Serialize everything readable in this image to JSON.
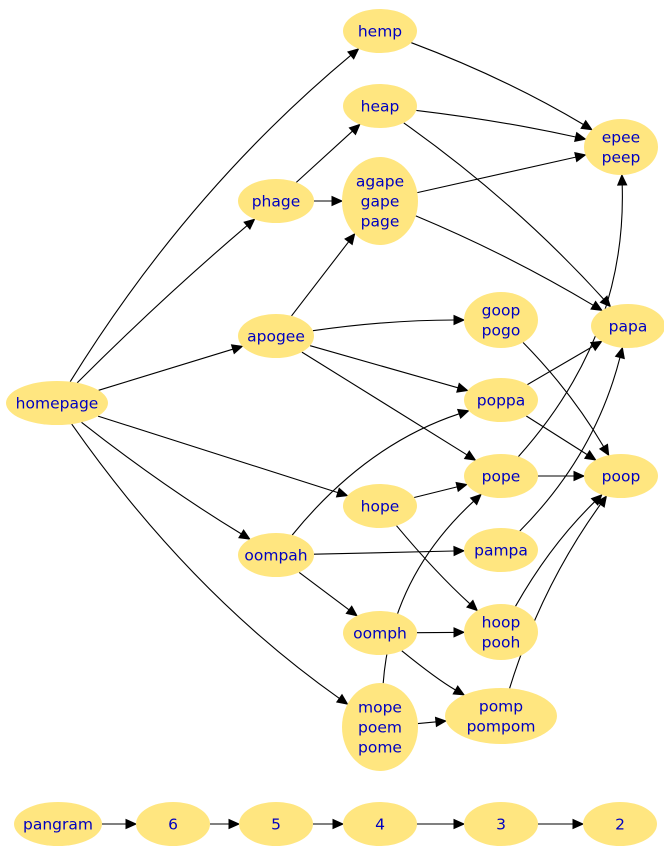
{
  "graph": {
    "node_color": "#ffe680",
    "label_color": "#0000c0",
    "edge_color": "#000000",
    "nodes": [
      {
        "id": "homepage",
        "lines": [
          "homepage"
        ]
      },
      {
        "id": "hemp",
        "lines": [
          "hemp"
        ]
      },
      {
        "id": "heap",
        "lines": [
          "heap"
        ]
      },
      {
        "id": "phage",
        "lines": [
          "phage"
        ]
      },
      {
        "id": "agape",
        "lines": [
          "agape",
          "gape",
          "page"
        ]
      },
      {
        "id": "epee",
        "lines": [
          "epee",
          "peep"
        ]
      },
      {
        "id": "apogee",
        "lines": [
          "apogee"
        ]
      },
      {
        "id": "goop",
        "lines": [
          "goop",
          "pogo"
        ]
      },
      {
        "id": "papa",
        "lines": [
          "papa"
        ]
      },
      {
        "id": "poppa",
        "lines": [
          "poppa"
        ]
      },
      {
        "id": "pope",
        "lines": [
          "pope"
        ]
      },
      {
        "id": "poop",
        "lines": [
          "poop"
        ]
      },
      {
        "id": "hope",
        "lines": [
          "hope"
        ]
      },
      {
        "id": "oompah",
        "lines": [
          "oompah"
        ]
      },
      {
        "id": "pampa",
        "lines": [
          "pampa"
        ]
      },
      {
        "id": "oomph",
        "lines": [
          "oomph"
        ]
      },
      {
        "id": "hoop",
        "lines": [
          "hoop",
          "pooh"
        ]
      },
      {
        "id": "mope",
        "lines": [
          "mope",
          "poem",
          "pome"
        ]
      },
      {
        "id": "pomp",
        "lines": [
          "pomp",
          "pompom"
        ]
      },
      {
        "id": "pangram",
        "lines": [
          "pangram"
        ]
      },
      {
        "id": "n6",
        "lines": [
          "6"
        ]
      },
      {
        "id": "n5",
        "lines": [
          "5"
        ]
      },
      {
        "id": "n4",
        "lines": [
          "4"
        ]
      },
      {
        "id": "n3",
        "lines": [
          "3"
        ]
      },
      {
        "id": "n2",
        "lines": [
          "2"
        ]
      }
    ],
    "edges": [
      [
        "homepage",
        "hemp"
      ],
      [
        "homepage",
        "phage"
      ],
      [
        "homepage",
        "apogee"
      ],
      [
        "homepage",
        "hope"
      ],
      [
        "homepage",
        "oompah"
      ],
      [
        "homepage",
        "mope"
      ],
      [
        "hemp",
        "epee"
      ],
      [
        "heap",
        "epee"
      ],
      [
        "heap",
        "papa"
      ],
      [
        "phage",
        "heap"
      ],
      [
        "phage",
        "agape"
      ],
      [
        "agape",
        "epee"
      ],
      [
        "agape",
        "papa"
      ],
      [
        "apogee",
        "agape"
      ],
      [
        "apogee",
        "goop"
      ],
      [
        "apogee",
        "poppa"
      ],
      [
        "apogee",
        "pope"
      ],
      [
        "goop",
        "poop"
      ],
      [
        "poppa",
        "papa"
      ],
      [
        "poppa",
        "poop"
      ],
      [
        "pope",
        "epee"
      ],
      [
        "pope",
        "poop"
      ],
      [
        "hope",
        "pope"
      ],
      [
        "hope",
        "hoop"
      ],
      [
        "oompah",
        "poppa"
      ],
      [
        "oompah",
        "pampa"
      ],
      [
        "oompah",
        "oomph"
      ],
      [
        "pampa",
        "papa"
      ],
      [
        "oomph",
        "hoop"
      ],
      [
        "oomph",
        "pomp"
      ],
      [
        "hoop",
        "poop"
      ],
      [
        "mope",
        "pope"
      ],
      [
        "mope",
        "pomp"
      ],
      [
        "pomp",
        "poop"
      ],
      [
        "pangram",
        "n6"
      ],
      [
        "n6",
        "n5"
      ],
      [
        "n5",
        "n4"
      ],
      [
        "n4",
        "n3"
      ],
      [
        "n3",
        "n2"
      ]
    ]
  }
}
